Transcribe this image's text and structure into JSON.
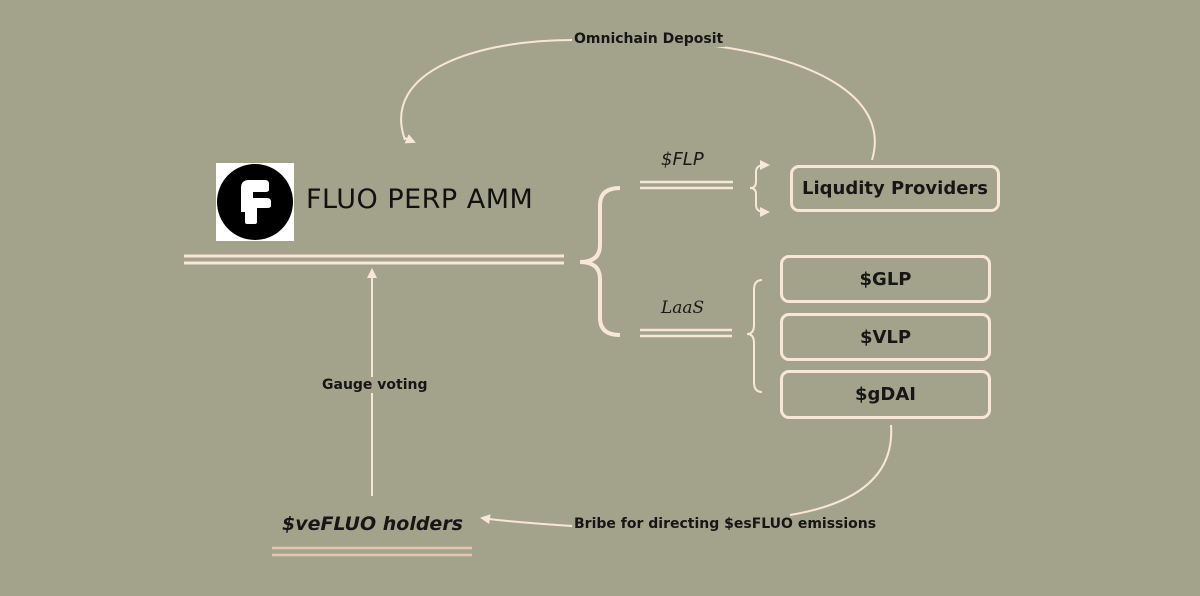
{
  "title": "FLUO PERP AMM",
  "logo": {
    "icon": "fluo-logo-icon",
    "background": "#000000"
  },
  "branches": {
    "top_label": "$FLP",
    "bottom_label": "LaaS"
  },
  "nodes": {
    "liquidity_providers": "Liqudity Providers",
    "laas_products": [
      "$GLP",
      "$VLP",
      "$gDAI"
    ],
    "vefluo_holders": "$veFLUO holders"
  },
  "edges": {
    "omnichain_deposit": "Omnichain Deposit",
    "gauge_voting": "Gauge voting",
    "bribe": "Bribe for directing $esFLUO emissions"
  },
  "colors": {
    "background": "#a3a38b",
    "line": "#f8e6d6",
    "text": "#161616",
    "underline_accent": "#e5c5b0"
  }
}
